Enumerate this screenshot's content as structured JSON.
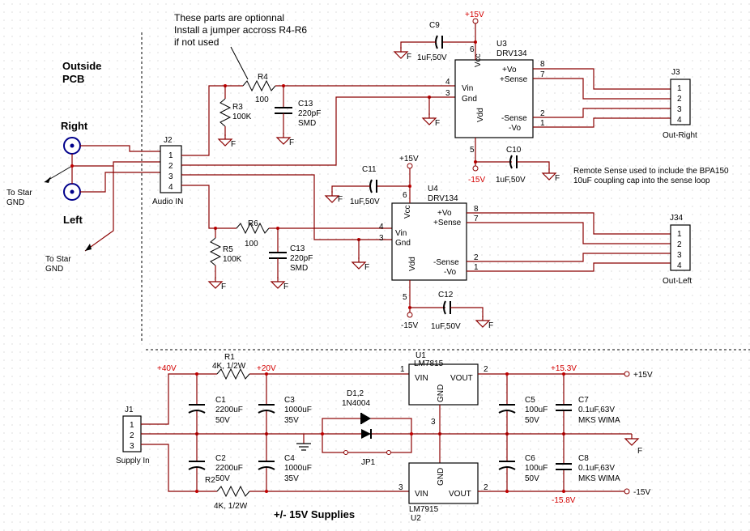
{
  "notes": {
    "optional_line1": "These parts are optionnal",
    "optional_line2": "Install a jumper accross R4-R6",
    "optional_line3": "if not used",
    "outside_line1": "Outside",
    "outside_line2": "PCB",
    "remote_line1": "Remote Sense used to include the BPA150",
    "remote_line2": "10uF coupling cap into the sense loop",
    "supplies_title": "+/- 15V Supplies"
  },
  "inputs": {
    "right": "Right",
    "left": "Left",
    "star_gnd_1a": "To Star",
    "star_gnd_1b": "GND",
    "star_gnd_2a": "To Star",
    "star_gnd_2b": "GND"
  },
  "j2": {
    "ref": "J2",
    "name": "Audio IN",
    "pins": [
      "1",
      "2",
      "3",
      "4"
    ]
  },
  "j3": {
    "ref": "J3",
    "name": "Out-Right",
    "pins": [
      "1",
      "2",
      "3",
      "4"
    ]
  },
  "j34": {
    "ref": "J34",
    "name": "Out-Left",
    "pins": [
      "1",
      "2",
      "3",
      "4"
    ]
  },
  "j1": {
    "ref": "J1",
    "name": "Supply In",
    "pins": [
      "1",
      "2",
      "3"
    ]
  },
  "u3": {
    "ref": "U3",
    "part": "DRV134",
    "vcc": "Vcc",
    "vdd": "Vdd",
    "vin": "Vin",
    "gnd": "Gnd",
    "vo_p": "+Vo",
    "sense_p": "+Sense",
    "sense_m": "-Sense",
    "vo_m": "-Vo",
    "p4": "4",
    "p3": "3",
    "p6": "6",
    "p5": "5",
    "p8": "8",
    "p7": "7",
    "p2": "2",
    "p1": "1"
  },
  "u4": {
    "ref": "U4",
    "part": "DRV134",
    "vcc": "Vcc",
    "vdd": "Vdd",
    "vin": "Vin",
    "gnd": "Gnd",
    "vo_p": "+Vo",
    "sense_p": "+Sense",
    "sense_m": "-Sense",
    "vo_m": "-Vo",
    "p4": "4",
    "p3": "3",
    "p6": "6",
    "p5": "5",
    "p8": "8",
    "p7": "7",
    "p2": "2",
    "p1": "1"
  },
  "u1": {
    "ref": "U1",
    "part": "LM7815",
    "vin": "VIN",
    "vout": "VOUT",
    "gnd": "GND",
    "p1": "1",
    "p2": "2",
    "p3": "3"
  },
  "u2": {
    "ref": "U2",
    "part": "LM7915",
    "vin": "VIN",
    "vout": "VOUT",
    "gnd": "GND",
    "p3": "3",
    "p2": "2"
  },
  "resistors": {
    "r3": {
      "ref": "R3",
      "value": "100K"
    },
    "r4": {
      "ref": "R4",
      "value": "100"
    },
    "r5": {
      "ref": "R5",
      "value": "100K"
    },
    "r6": {
      "ref": "R6",
      "value": "100"
    },
    "r1": {
      "ref": "R1",
      "value": "4K, 1/2W"
    },
    "r2": {
      "ref": "R2",
      "value": "4K, 1/2W"
    }
  },
  "capacitors": {
    "c13a": {
      "ref": "C13",
      "value": "220pF",
      "note": "SMD"
    },
    "c13b": {
      "ref": "C13",
      "value": "220pF",
      "note": "SMD"
    },
    "c9": {
      "ref": "C9",
      "value": "1uF,50V"
    },
    "c10": {
      "ref": "C10",
      "value": "1uF,50V"
    },
    "c11": {
      "ref": "C11",
      "value": "1uF,50V"
    },
    "c12": {
      "ref": "C12",
      "value": "1uF,50V"
    },
    "c1": {
      "ref": "C1",
      "value": "2200uF",
      "volt": "50V"
    },
    "c2": {
      "ref": "C2",
      "value": "2200uF",
      "volt": "50V"
    },
    "c3": {
      "ref": "C3",
      "value": "1000uF",
      "volt": "35V"
    },
    "c4": {
      "ref": "C4",
      "value": "1000uF",
      "volt": "35V"
    },
    "c5": {
      "ref": "C5",
      "value": "100uF",
      "volt": "50V"
    },
    "c6": {
      "ref": "C6",
      "value": "100uF",
      "volt": "50V"
    },
    "c7": {
      "ref": "C7",
      "value": "0.1uF,63V",
      "note": "MKS WIMA"
    },
    "c8": {
      "ref": "C8",
      "value": "0.1uF,63V",
      "note": "MKS WIMA"
    }
  },
  "diode": {
    "ref": "D1,2",
    "part": "1N4004",
    "jumper": "JP1"
  },
  "rails": {
    "p15_u3": "+15V",
    "m15_u3": "-15V",
    "p15_u4": "+15V",
    "m15_u4": "-15V",
    "p40": "+40V",
    "p20": "+20V",
    "p153": "+15.3V",
    "m158": "-15.8V",
    "out_p15": "+15V",
    "out_m15": "-15V"
  },
  "gnd_flag": "F",
  "colors": {
    "wire": "#8b0000",
    "net_label": "#d40000",
    "component": "#000000",
    "junction": "#c00000"
  }
}
